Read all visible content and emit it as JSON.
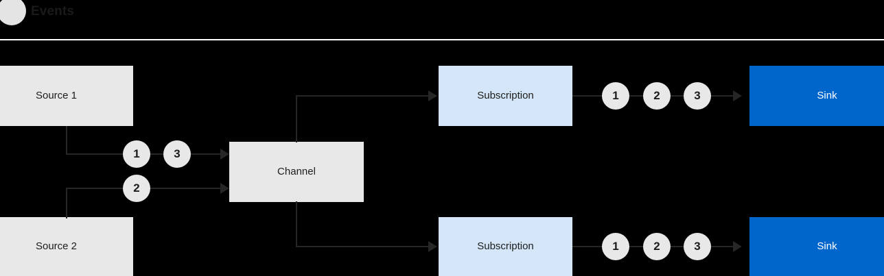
{
  "header": {
    "dot_icon": "events-dot-icon",
    "title": "Events",
    "divider_color": "#ffffff"
  },
  "colors": {
    "background": "#000000",
    "source_box": "#e8e8e8",
    "channel_box": "#e8e8e8",
    "subscription_box": "#d4e6f7",
    "sink_box": "#0066cc",
    "sink_text": "#ffffff",
    "token_bg": "#e8e8e8",
    "connector": "#262626",
    "text": "#1c1c1c"
  },
  "diagram": {
    "type": "flow",
    "nodes": {
      "source_1": "Source 1",
      "source_2": "Source 2",
      "channel": "Channel",
      "subscription_top": "Subscription",
      "subscription_bottom": "Subscription",
      "sink_top": "Sink",
      "sink_bottom": "Sink"
    },
    "tokens": {
      "source1_to_channel": [
        "1",
        "3"
      ],
      "source2_to_channel": [
        "2"
      ],
      "subscription_top_to_sink": [
        "1",
        "2",
        "3"
      ],
      "subscription_bottom_to_sink": [
        "1",
        "2",
        "3"
      ]
    }
  }
}
